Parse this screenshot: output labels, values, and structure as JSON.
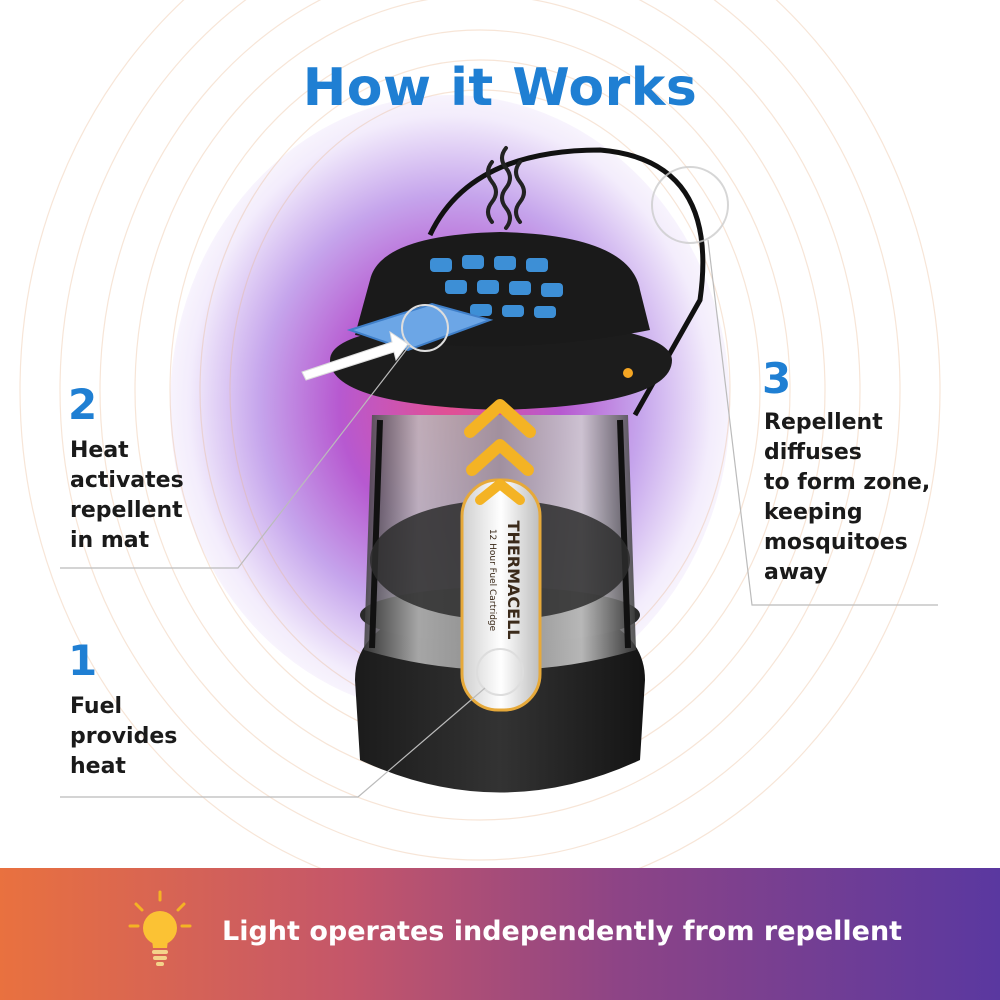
{
  "title": "How it Works",
  "steps": [
    {
      "number": "1",
      "lines": [
        "Fuel",
        "provides",
        "heat"
      ]
    },
    {
      "number": "2",
      "lines": [
        "Heat",
        "activates",
        "repellent",
        "in mat"
      ]
    },
    {
      "number": "3",
      "lines": [
        "Repellent",
        "diffuses",
        "to form zone,",
        "keeping",
        "mosquitoes",
        "away"
      ]
    }
  ],
  "product": {
    "cartridge_brand": "THERMACELL",
    "cartridge_label": "12 Hour Fuel Cartridge"
  },
  "banner": {
    "text": "Light operates independently from repellent",
    "icon": "lightbulb-icon"
  },
  "colors": {
    "title_blue": "#1f7fd3",
    "banner_start": "#e9713f",
    "banner_end": "#5a38a0",
    "glow": "#c64aa8"
  }
}
